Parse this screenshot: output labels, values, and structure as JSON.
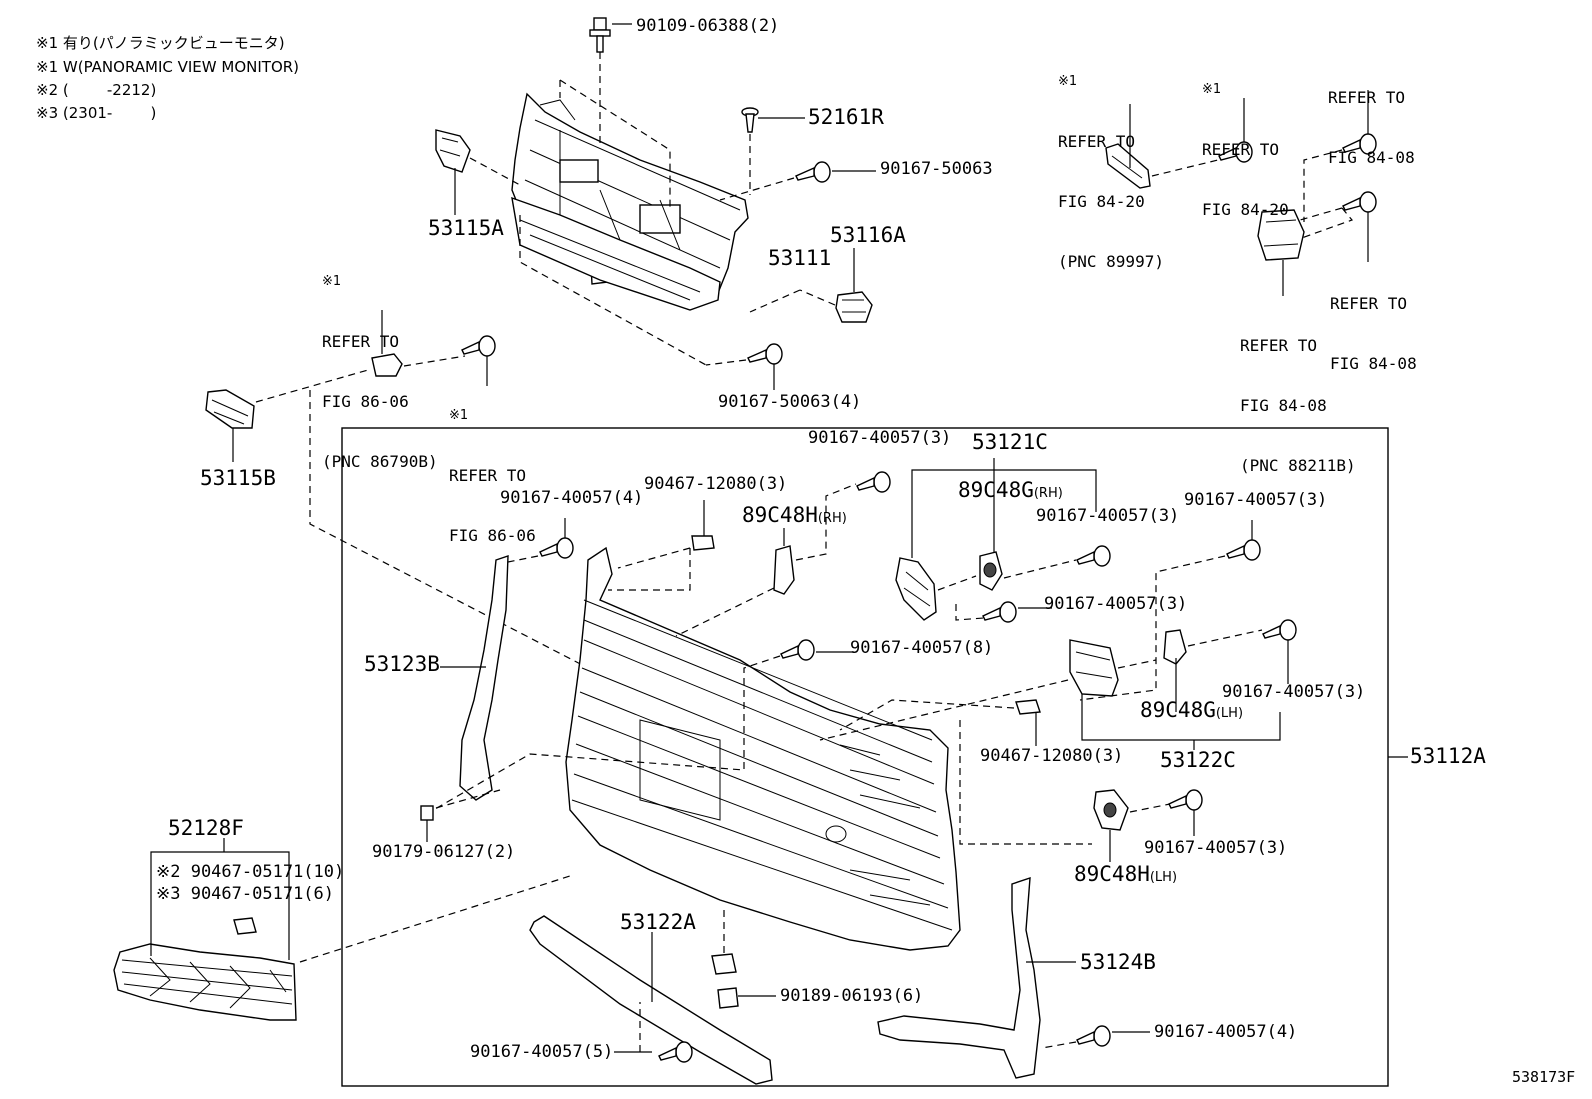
{
  "notes": [
    "※1 有り(パノラミックビューモニタ)",
    "※1 W(PANORAMIC VIEW MONITOR)",
    "※2 (        -2212)",
    "※3 (2301-        )"
  ],
  "labels": {
    "bolt_90109_06388": "90109-06388(2)",
    "clip_52161R": "52161R",
    "screw_90167_50063": "90167-50063",
    "part_53115A": "53115A",
    "part_53116A": "53116A",
    "part_53111": "53111",
    "screw_90167_50063_4": "90167-50063(4)",
    "part_53115B": "53115B",
    "screw_40057_3_top": "90167-40057(3)",
    "group_53121C": "53121C",
    "part_89C48G_rh": "89C48G",
    "part_89C48G_rh_side": "(RH)",
    "screw_40057_4_left": "90167-40057(4)",
    "clip_90467_12080_3": "90467-12080(3)",
    "part_89C48H_rh": "89C48H",
    "part_89C48H_rh_side": "(RH)",
    "screw_40057_3_a": "90167-40057(3)",
    "screw_40057_3_b": "90167-40057(3)",
    "screw_40057_3_c": "90167-40057(3)",
    "screw_40057_8": "90167-40057(8)",
    "part_53123B": "53123B",
    "screw_40057_3_d": "90167-40057(3)",
    "part_89C48G_lh": "89C48G",
    "part_89C48G_lh_side": "(LH)",
    "clip_90467_12080_3b": "90467-12080(3)",
    "group_53122C": "53122C",
    "part_53112A": "53112A",
    "nut_90179_06127": "90179-06127(2)",
    "screw_40057_3_e": "90167-40057(3)",
    "part_89C48H_lh": "89C48H",
    "part_89C48H_lh_side": "(LH)",
    "part_52128F": "52128F",
    "clip_05171_10": "※2 90467-05171(10)",
    "clip_05171_6": "※3 90467-05171(6)",
    "part_53122A": "53122A",
    "part_53124B": "53124B",
    "clip_90189_06193": "90189-06193(6)",
    "screw_40057_4_right": "90167-40057(4)",
    "screw_40057_5": "90167-40057(5)",
    "figure_id": "538173F"
  },
  "references": {
    "ref_86790B": [
      "※1",
      "REFER TO",
      "FIG 86-06",
      "(PNC 86790B)"
    ],
    "ref_86_06": [
      "※1",
      "REFER TO",
      "FIG 86-06"
    ],
    "ref_89997": [
      "※1",
      "REFER TO",
      "FIG 84-20",
      "(PNC 89997)"
    ],
    "ref_84_20": [
      "※1",
      "REFER TO",
      "FIG 84-20"
    ],
    "ref_84_08_top": [
      "REFER TO",
      "FIG 84-08"
    ],
    "ref_84_08_mid": [
      "REFER TO",
      "FIG 84-08"
    ],
    "ref_88211B": [
      "REFER TO",
      "FIG 84-08",
      "(PNC 88211B)"
    ]
  }
}
